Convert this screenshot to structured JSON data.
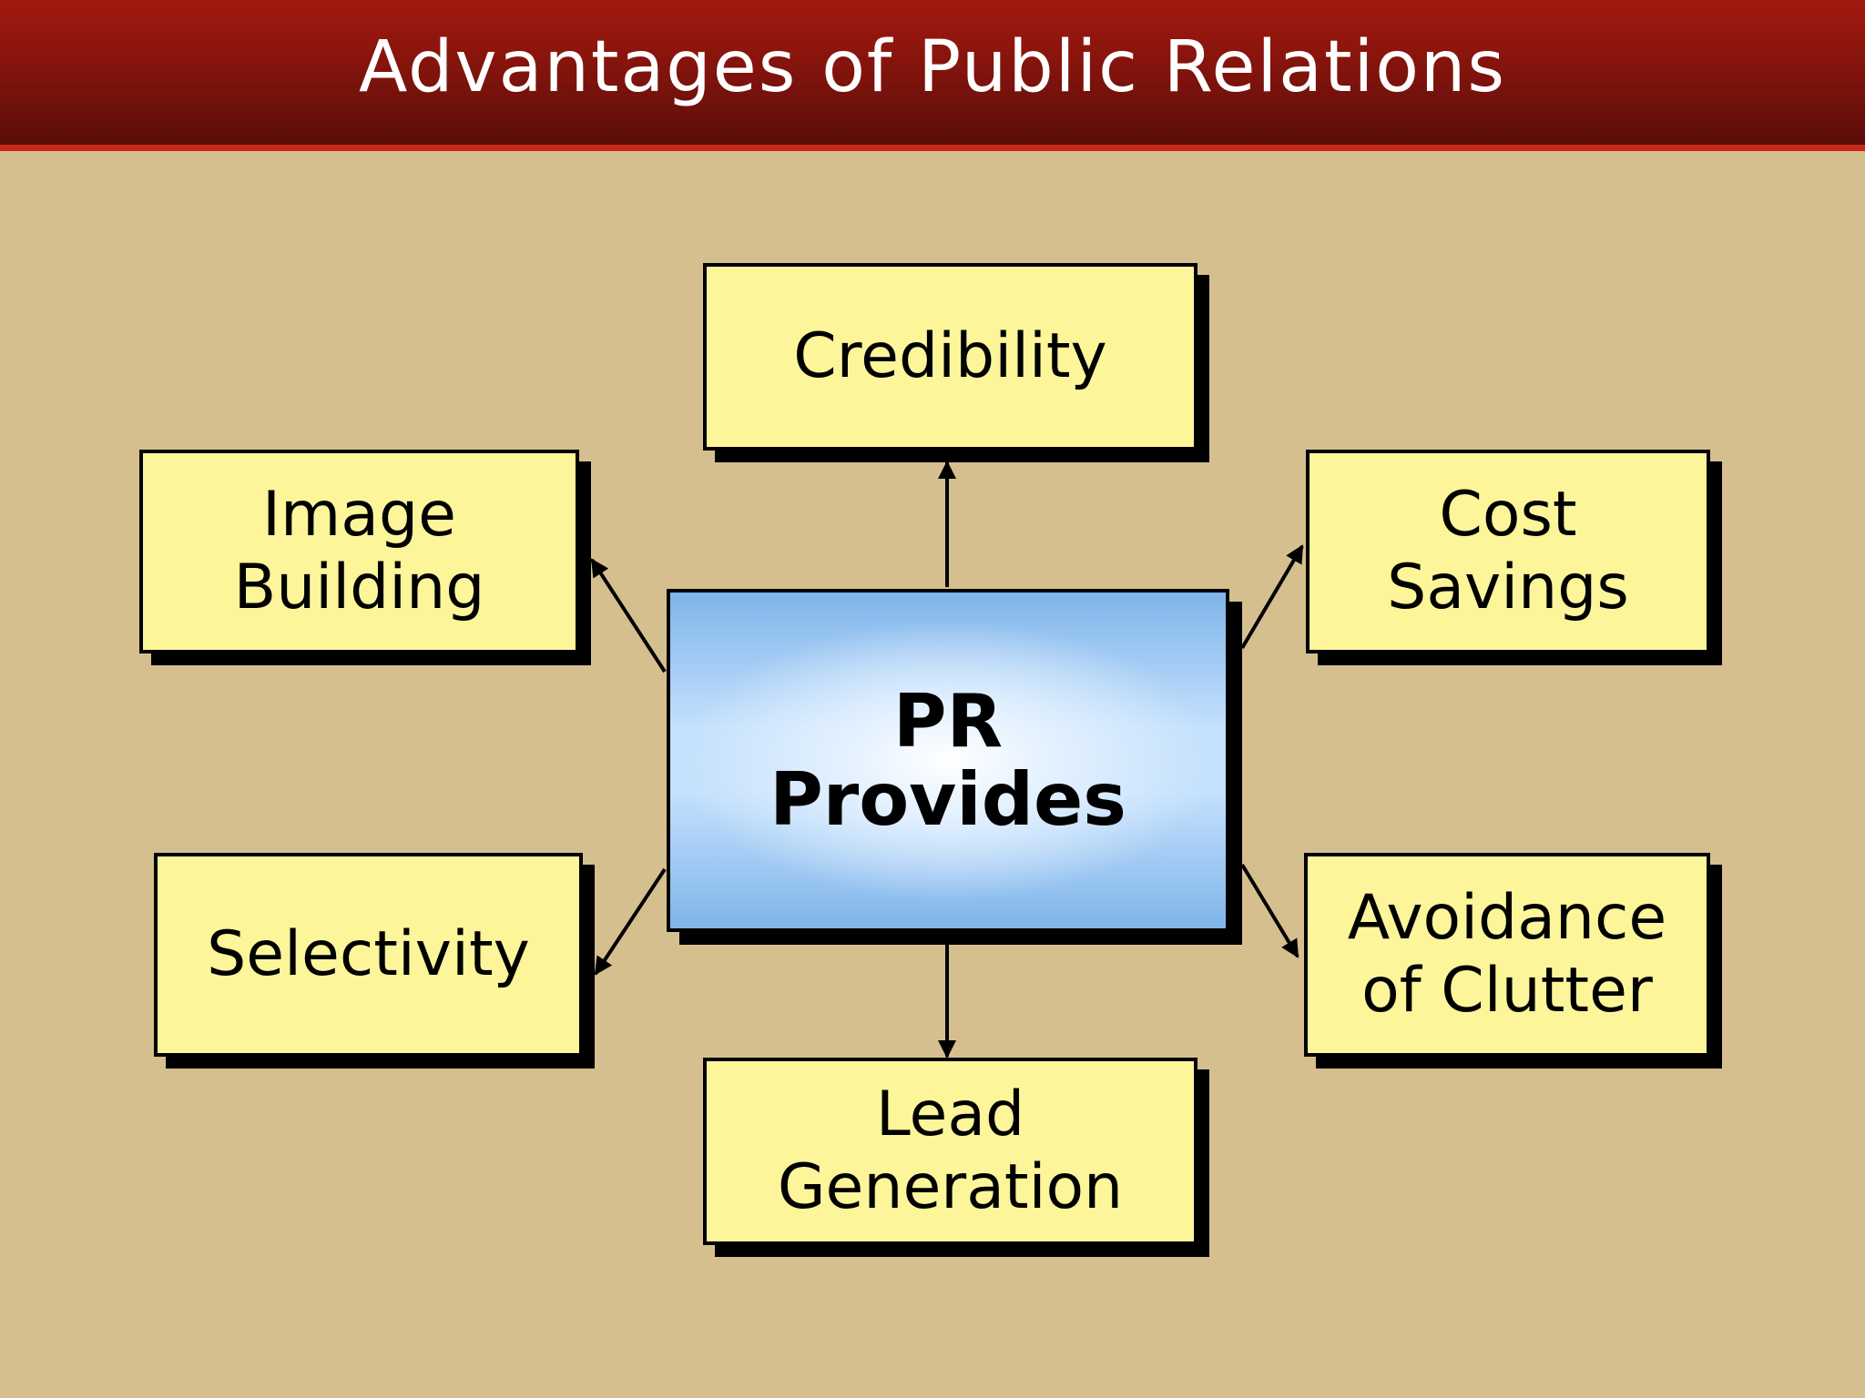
{
  "title": "Advantages of Public Relations",
  "colors": {
    "title_bar": "#8b150d",
    "background": "#d6bf8f",
    "box_fill": "#fdf59a",
    "center_fill": "#a9d0f7"
  },
  "center": {
    "label": "PR\nProvides"
  },
  "nodes": [
    {
      "id": "credibility",
      "label": "Credibility"
    },
    {
      "id": "image-building",
      "label": "Image\nBuilding"
    },
    {
      "id": "cost-savings",
      "label": "Cost\nSavings"
    },
    {
      "id": "selectivity",
      "label": "Selectivity"
    },
    {
      "id": "avoidance-of-clutter",
      "label": "Avoidance\nof Clutter"
    },
    {
      "id": "lead-generation",
      "label": "Lead\nGeneration"
    }
  ]
}
